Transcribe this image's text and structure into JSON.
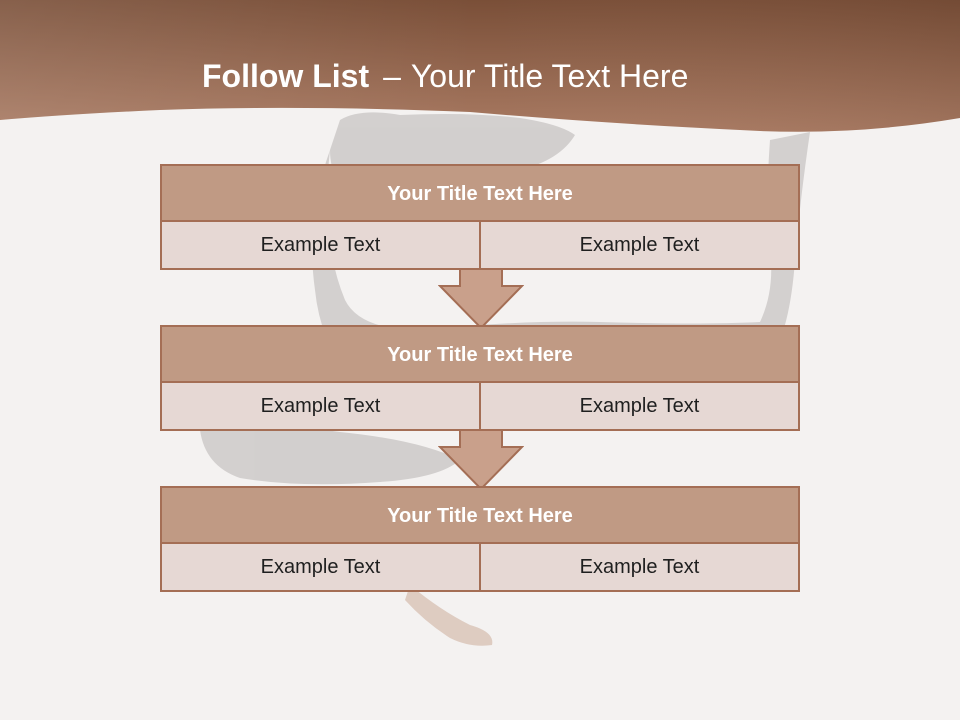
{
  "slide": {
    "title_bold": "Follow List",
    "title_sep": "–",
    "title_rest": "Your Title Text Here"
  },
  "colors": {
    "header_dark": "#7a4f38",
    "header_light": "#a97a62",
    "box_header": "#c09a84",
    "box_cell": "#e6d8d4",
    "border": "#a46e55",
    "arrow_fill": "#c9a08b"
  },
  "steps": [
    {
      "title": "Your Title Text Here",
      "left": "Example Text",
      "right": "Example Text"
    },
    {
      "title": "Your Title Text Here",
      "left": "Example Text",
      "right": "Example Text"
    },
    {
      "title": "Your Title Text Here",
      "left": "Example Text",
      "right": "Example Text"
    }
  ]
}
